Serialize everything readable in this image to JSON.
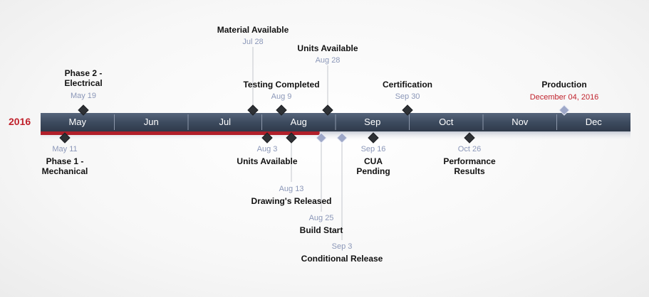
{
  "year": "2016",
  "colors": {
    "band": "#3d4b5f",
    "progress": "#b01f2a",
    "milestone": "#2e3135",
    "highlight_diamond": "#9ea8c8",
    "date_text": "#8b97b8",
    "production_date": "#c0222c"
  },
  "months": [
    "May",
    "Jun",
    "Jul",
    "Aug",
    "Sep",
    "Oct",
    "Nov",
    "Dec"
  ],
  "progress_end": "Aug 25",
  "milestones": [
    {
      "title": "Phase 2 -\nElectrical",
      "date": "May 19",
      "side": "above"
    },
    {
      "title": "Material Available",
      "date": "Jul 28",
      "side": "above"
    },
    {
      "title": "Testing Completed",
      "date": "Aug 9",
      "side": "above"
    },
    {
      "title": "Units Available",
      "date": "Aug 28",
      "side": "above"
    },
    {
      "title": "Certification",
      "date": "Sep 30",
      "side": "above"
    },
    {
      "title": "Production",
      "date": "December 04, 2016",
      "side": "above"
    },
    {
      "title": "Phase 1 -\nMechanical",
      "date": "May 11",
      "side": "below"
    },
    {
      "title": "Units Available",
      "date": "Aug 3",
      "side": "below"
    },
    {
      "title": "Drawing's Released",
      "date": "Aug 13",
      "side": "below"
    },
    {
      "title": "Build Start",
      "date": "Aug 25",
      "side": "below"
    },
    {
      "title": "Conditional Release",
      "date": "Sep 3",
      "side": "below"
    },
    {
      "title": "CUA\nPending",
      "date": "Sep 16",
      "side": "below"
    },
    {
      "title": "Performance\nResults",
      "date": "Oct 26",
      "side": "below"
    }
  ]
}
